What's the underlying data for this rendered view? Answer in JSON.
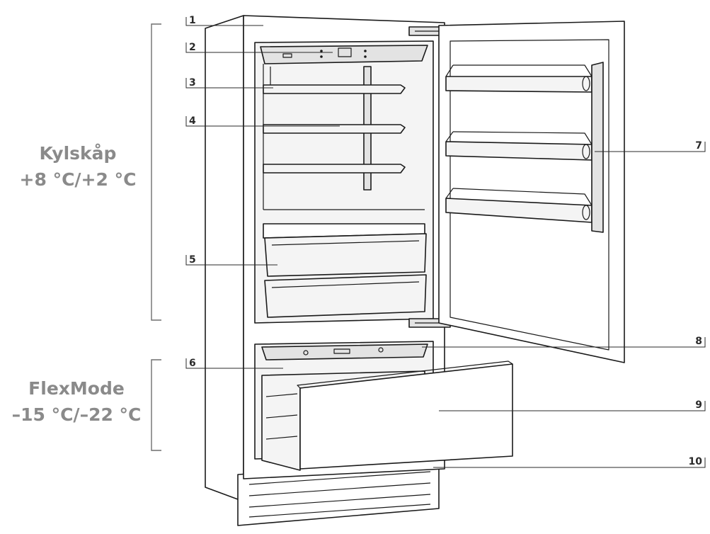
{
  "zones": {
    "fridge": {
      "name": "Kylskåp",
      "temp": "+8 °C/+2 °C"
    },
    "freezer": {
      "name": "FlexMode",
      "temp": "–15 °C/–22 °C"
    }
  },
  "callouts": [
    "1",
    "2",
    "3",
    "4",
    "5",
    "6",
    "7",
    "8",
    "9",
    "10"
  ],
  "colors": {
    "zone_label": "#8a8a8a",
    "line": "#1a1a1a"
  }
}
